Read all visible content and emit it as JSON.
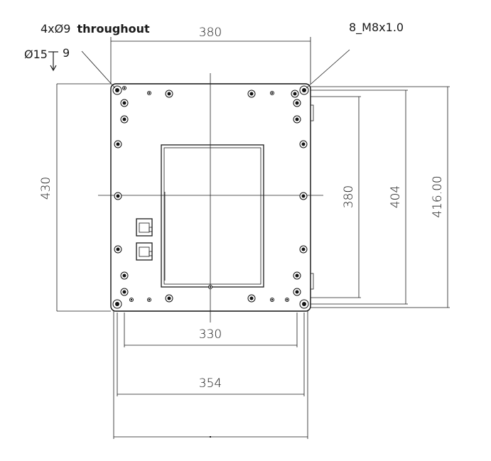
{
  "callouts": {
    "through_holes_prefix": "4xØ9",
    "through_holes_suffix": "throughout",
    "counterbore_dia": "Ø15",
    "counterbore_depth": "9",
    "tapped_holes": "8_M8x1.0"
  },
  "dimensions": {
    "top_width": "380",
    "left_height": "430",
    "right_inner": "380",
    "right_middle": "404",
    "right_outer": "416.00",
    "bottom_inner": "330",
    "bottom_middle": "354"
  }
}
